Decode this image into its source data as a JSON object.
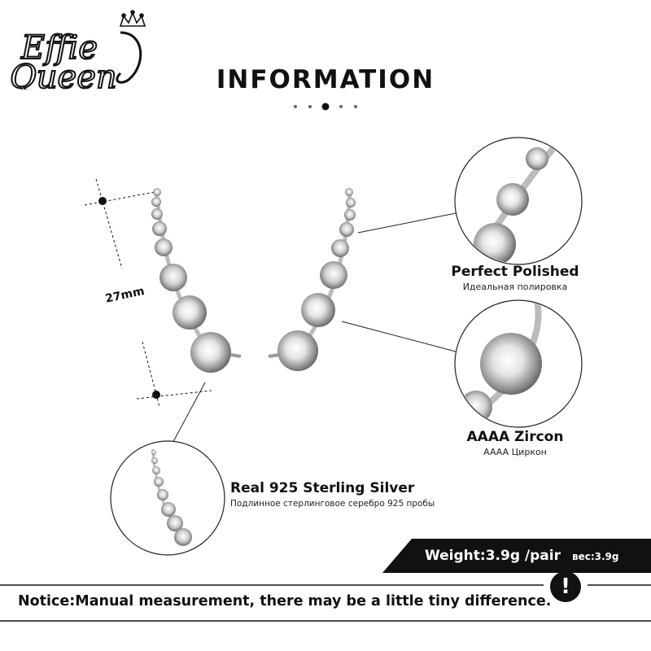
{
  "brand": {
    "logo_text_line1": "Effie",
    "logo_text_line2": "Queen"
  },
  "header": {
    "title": "INFORMATION"
  },
  "product": {
    "measurement": "27mm",
    "features": [
      {
        "title": "Perfect  Polished",
        "subtitle": "Идеальная полировка"
      },
      {
        "title": "AAAA Zircon",
        "subtitle": "AAAA Циркон"
      },
      {
        "title": "Real 925  Sterling  Silver",
        "subtitle": "Подлинное стерлинговое серебро 925 пробы"
      }
    ],
    "weight": "Weight:3.9g /pair",
    "weight_ru": "вес:3.9g"
  },
  "notice": {
    "text": "Notice:Manual measurement, there may be a little tiny difference.",
    "icon": "exclamation-icon"
  },
  "colors": {
    "accent": "#111111",
    "background": "#ffffff"
  }
}
